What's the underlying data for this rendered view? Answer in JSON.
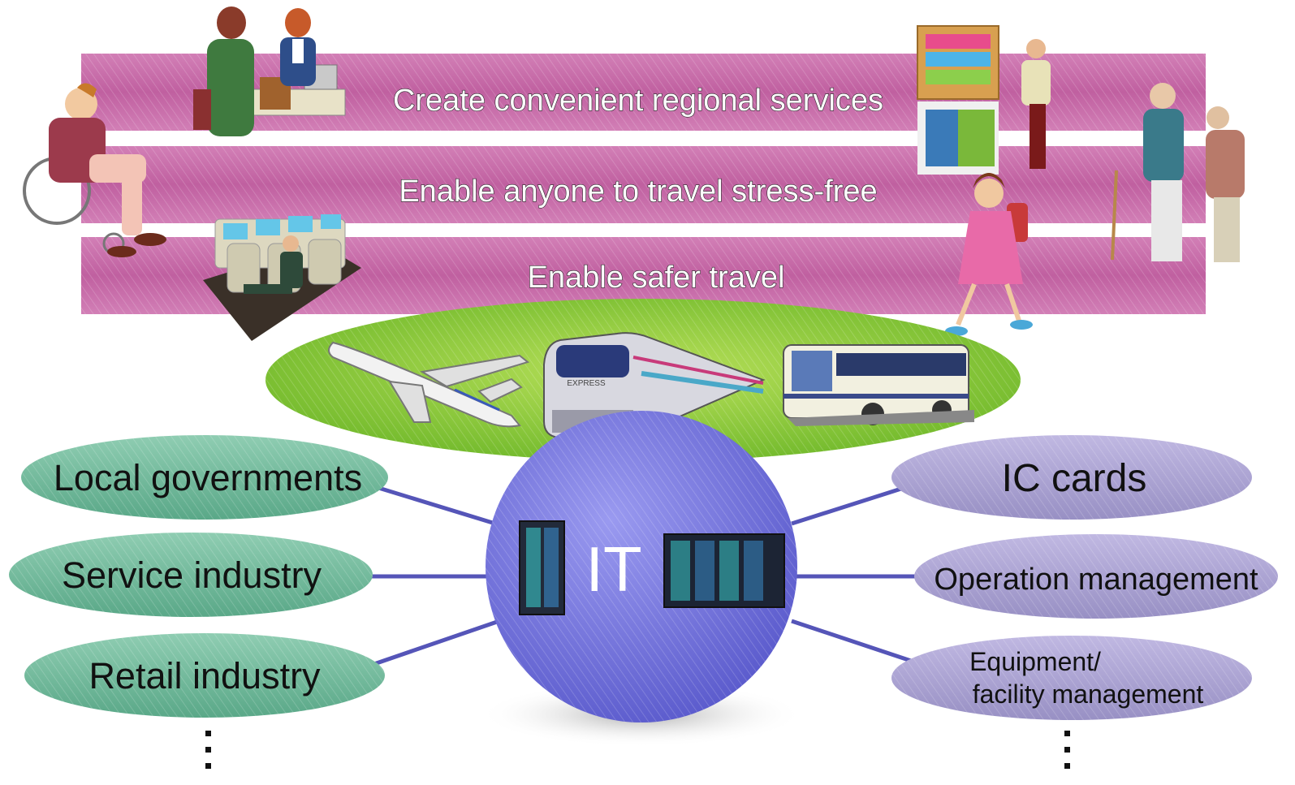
{
  "bands": [
    "Create convenient regional services",
    "Enable anyone to travel stress-free",
    "Enable safer travel"
  ],
  "hub": {
    "label": "IT"
  },
  "left_ovals": [
    "Local governments",
    "Service industry",
    "Retail industry"
  ],
  "right_ovals": {
    "ic_cards": "IC cards",
    "operation": "Operation management",
    "equipment_line1": "Equipment/",
    "equipment_line2": "facility management"
  },
  "colors": {
    "band": "#c86aa8",
    "platform": "#8cc63f",
    "hub": "#7070dd",
    "left_oval": "#74bca0",
    "right_oval": "#a8a0d0",
    "connector": "#5555b8"
  }
}
